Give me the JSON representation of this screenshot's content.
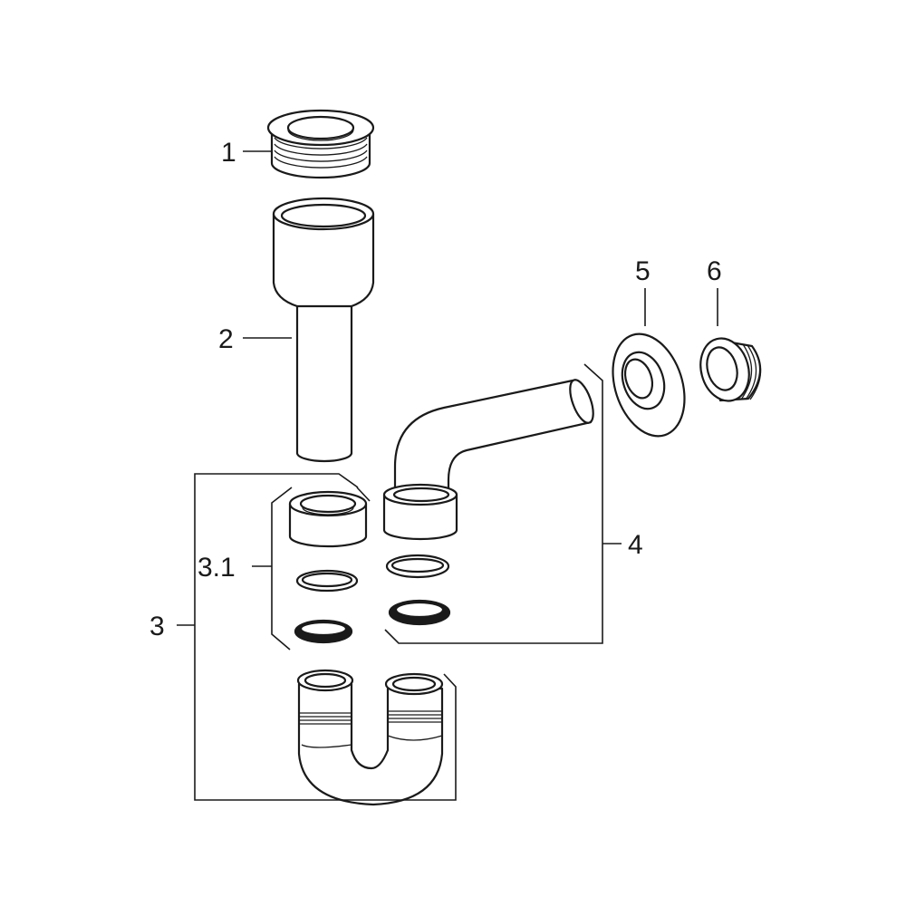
{
  "labels": {
    "part_1": "1",
    "part_2": "2",
    "part_3": "3",
    "part_3_1": "3.1",
    "part_4": "4",
    "part_5": "5",
    "part_6": "6"
  }
}
